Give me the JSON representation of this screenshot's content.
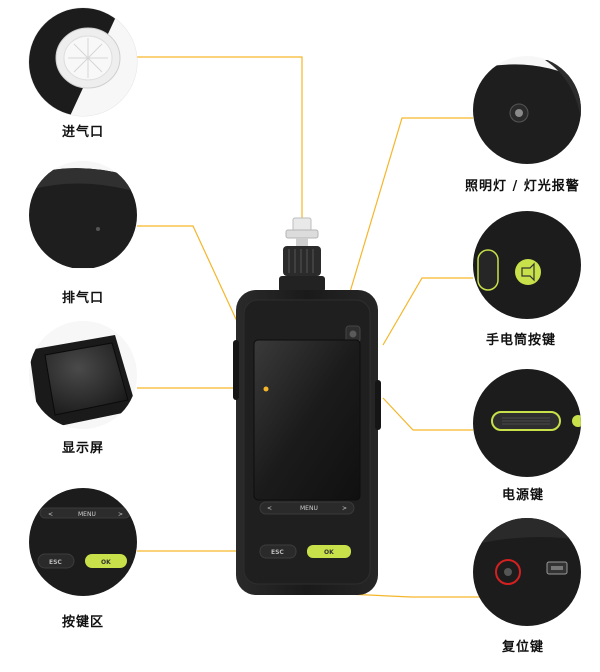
{
  "labels": {
    "intake": "进气口",
    "exhaust": "排气口",
    "display": "显示屏",
    "keypad": "按键区",
    "light_alarm": "照明灯 / 灯光报警",
    "flashlight_key": "手电筒按键",
    "power_key": "电源键",
    "reset_key": "复位键"
  },
  "device": {
    "menu_label": "MENU",
    "esc_label": "ESC",
    "ok_label": "OK",
    "nav_left": "<",
    "nav_right": ">"
  },
  "colors": {
    "leader_line": "#f5b62a",
    "body": "#1c1c1c",
    "accent_green": "#c8e04a",
    "reset_ring": "#d42020"
  }
}
